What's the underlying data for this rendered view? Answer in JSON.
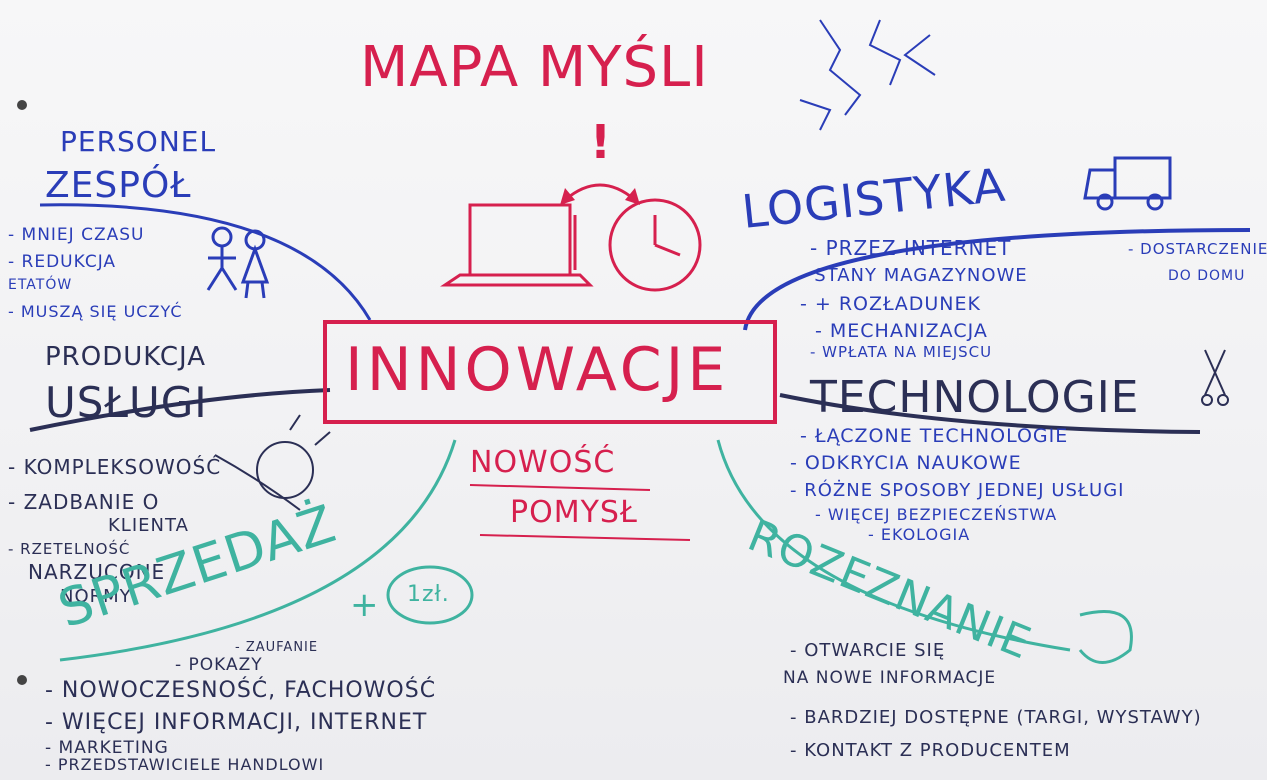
{
  "title": "MAPA MYŚLI",
  "center": {
    "label": "INNOWACJE",
    "sub1": "NOWOŚĆ",
    "sub2": "POMYSŁ",
    "exclaim": "!"
  },
  "personel": {
    "title1": "PERSONEL",
    "title2": "ZESPÓŁ",
    "items": [
      "- MNIEJ CZASU",
      "- REDUKCJA",
      "ETATÓW",
      "- MUSZĄ SIĘ UCZYĆ"
    ]
  },
  "produkcja": {
    "title1": "PRODUKCJA",
    "title2": "USŁUGI",
    "items": [
      "- KOMPLEKSOWOŚĆ",
      "- ZADBANIE O",
      "KLIENTA",
      "- RZETELNOŚĆ",
      "NARZUCONE",
      "NORMY"
    ]
  },
  "sprzedaz": {
    "title": "SPRZEDAŻ",
    "coin": "1zł.",
    "plus": "+",
    "items": [
      "- ZAUFANIE",
      "- POKAZY",
      "- NOWOCZESNOŚĆ, FACHOWOŚĆ",
      "- WIĘCEJ INFORMACJI, INTERNET",
      "- MARKETING",
      "- PRZEDSTAWICIELE HANDLOWI"
    ]
  },
  "logistyka": {
    "title": "LOGISTYKA",
    "items": [
      "- PRZEZ INTERNET",
      "- STANY MAGAZYNOWE",
      "- + ROZŁADUNEK",
      "- MECHANIZACJA",
      "- WPŁATA NA MIEJSCU"
    ],
    "side1": "- DOSTARCZENIE",
    "side2": "DO DOMU"
  },
  "technologie": {
    "title": "TECHNOLOGIE",
    "items": [
      "- ŁĄCZONE TECHNOLOGIE",
      "- ODKRYCIA NAUKOWE",
      "- RÓŻNE SPOSOBY JEDNEJ USŁUGI",
      "- WIĘCEJ BEZPIECZEŃSTWA",
      "- EKOLOGIA"
    ]
  },
  "rozeznanie": {
    "title": "ROZEZNANIE",
    "items": [
      "- OTWARCIE SIĘ",
      "NA NOWE INFORMACJE",
      "- BARDZIEJ DOSTĘPNE (TARGI, WYSTAWY)",
      "- KONTAKT Z PRODUCENTEM"
    ]
  },
  "colors": {
    "blue": "#2a3db8",
    "red": "#d6204e",
    "green": "#3fb3a0"
  }
}
